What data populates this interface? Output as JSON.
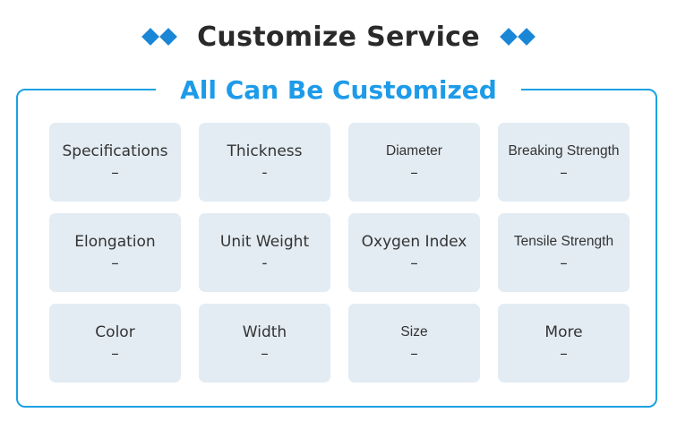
{
  "header": {
    "title": "Customize Service"
  },
  "panel": {
    "title": "All Can Be Customized"
  },
  "items": [
    {
      "label": "Specifications",
      "value": "–"
    },
    {
      "label": "Thickness",
      "value": "-"
    },
    {
      "label": "Diameter",
      "value": "–"
    },
    {
      "label": "Breaking Strength",
      "value": "–"
    },
    {
      "label": "Elongation",
      "value": "–"
    },
    {
      "label": "Unit Weight",
      "value": "-"
    },
    {
      "label": "Oxygen Index",
      "value": "–"
    },
    {
      "label": "Tensile Strength",
      "value": "–"
    },
    {
      "label": "Color",
      "value": "–"
    },
    {
      "label": "Width",
      "value": "–"
    },
    {
      "label": "Size",
      "value": "–"
    },
    {
      "label": "More",
      "value": "–"
    }
  ],
  "colors": {
    "accent": "#1e9be8",
    "diamond": "#1a86d6",
    "cell_bg": "#e3ecf3"
  },
  "icons": {
    "left": "diamond-pair-icon",
    "right": "diamond-pair-icon"
  }
}
